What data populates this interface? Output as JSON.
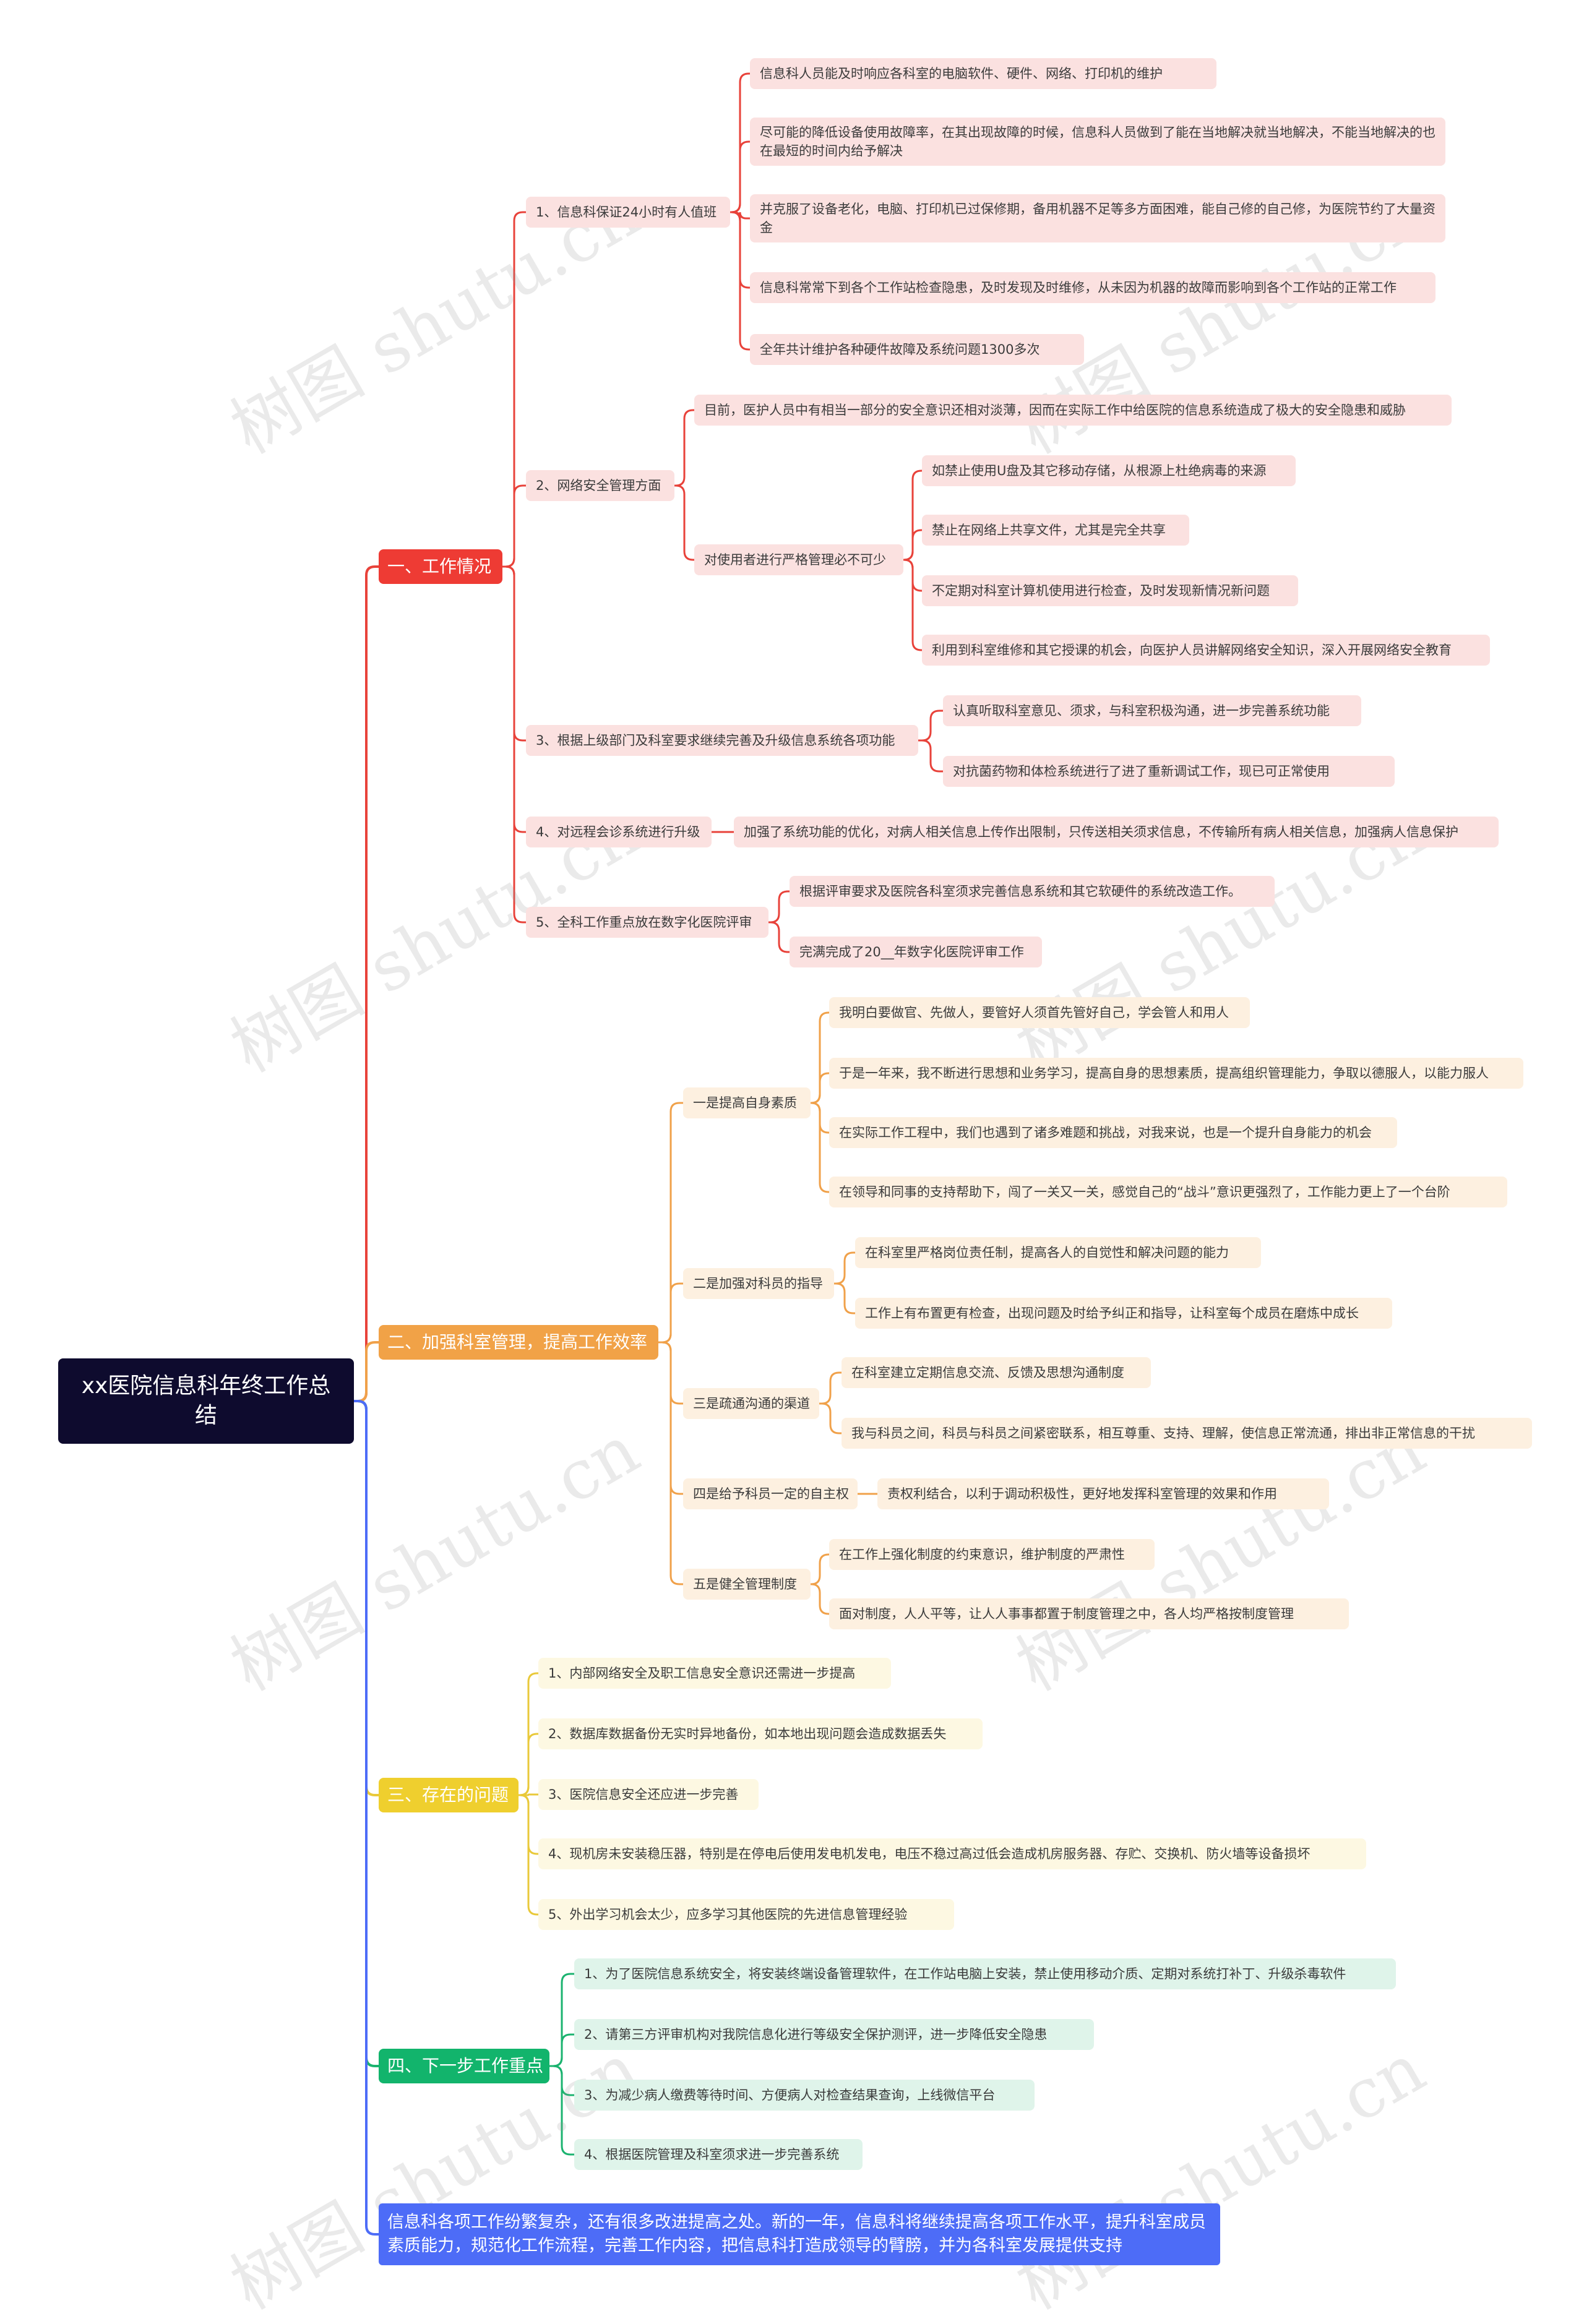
{
  "root": {
    "title": "xx医院信息科年终工作总结"
  },
  "watermark": "树图 shutu.cn",
  "colors": {
    "red": "#e8423a",
    "orange": "#f0a14a",
    "yellow": "#e9c93a",
    "green": "#1bb36f",
    "blue": "#4d6cf7"
  },
  "sections": {
    "s1": {
      "label": "一、工作情况",
      "i1": {
        "label": "1、信息科保证24小时有人值班",
        "a": "信息科人员能及时响应各科室的电脑软件、硬件、网络、打印机的维护",
        "b": "尽可能的降低设备使用故障率，在其出现故障的时候，信息科人员做到了能在当地解决就当地解决，不能当地解决的也在最短的时间内给予解决",
        "c": "并克服了设备老化，电脑、打印机已过保修期，备用机器不足等多方面困难，能自己修的自己修，为医院节约了大量资金",
        "d": "信息科常常下到各个工作站检查隐患，及时发现及时维修，从未因为机器的故障而影响到各个工作站的正常工作",
        "e": "全年共计维护各种硬件故障及系统问题1300多次"
      },
      "i2": {
        "label": "2、网络安全管理方面",
        "a": "目前，医护人员中有相当一部分的安全意识还相对淡薄，因而在实际工作中给医院的信息系统造成了极大的安全隐患和威胁",
        "b": {
          "label": "对使用者进行严格管理必不可少",
          "a": "如禁止使用U盘及其它移动存储，从根源上杜绝病毒的来源",
          "b": "禁止在网络上共享文件，尤其是完全共享",
          "c": "不定期对科室计算机使用进行检查，及时发现新情况新问题",
          "d": "利用到科室维修和其它授课的机会，向医护人员讲解网络安全知识，深入开展网络安全教育"
        }
      },
      "i3": {
        "label": "3、根据上级部门及科室要求继续完善及升级信息系统各项功能",
        "a": "认真听取科室意见、须求，与科室积极沟通，进一步完善系统功能",
        "b": "对抗菌药物和体检系统进行了进了重新调试工作，现已可正常使用"
      },
      "i4": {
        "label": "4、对远程会诊系统进行升级",
        "a": "加强了系统功能的优化，对病人相关信息上传作出限制，只传送相关须求信息，不传输所有病人相关信息，加强病人信息保护"
      },
      "i5": {
        "label": "5、全科工作重点放在数字化医院评审",
        "a": "根据评审要求及医院各科室须求完善信息系统和其它软硬件的系统改造工作。",
        "b": "完满完成了20__年数字化医院评审工作"
      }
    },
    "s2": {
      "label": "二、加强科室管理，提高工作效率",
      "i1": {
        "label": "一是提高自身素质",
        "a": "我明白要做官、先做人，要管好人须首先管好自己，学会管人和用人",
        "b": "于是一年来，我不断进行思想和业务学习，提高自身的思想素质，提高组织管理能力，争取以德服人，以能力服人",
        "c": "在实际工作工程中，我们也遇到了诸多难题和挑战，对我来说，也是一个提升自身能力的机会",
        "d": "在领导和同事的支持帮助下，闯了一关又一关，感觉自己的“战斗”意识更强烈了，工作能力更上了一个台阶"
      },
      "i2": {
        "label": "二是加强对科员的指导",
        "a": "在科室里严格岗位责任制，提高各人的自觉性和解决问题的能力",
        "b": "工作上有布置更有检查，出现问题及时给予纠正和指导，让科室每个成员在磨炼中成长"
      },
      "i3": {
        "label": "三是疏通沟通的渠道",
        "a": "在科室建立定期信息交流、反馈及思想沟通制度",
        "b": "我与科员之间，科员与科员之间紧密联系，相互尊重、支持、理解，使信息正常流通，排出非正常信息的干扰"
      },
      "i4": {
        "label": "四是给予科员一定的自主权",
        "a": "责权利结合，以利于调动积极性，更好地发挥科室管理的效果和作用"
      },
      "i5": {
        "label": "五是健全管理制度",
        "a": "在工作上强化制度的约束意识，维护制度的严肃性",
        "b": "面对制度，人人平等，让人人事事都置于制度管理之中，各人均严格按制度管理"
      }
    },
    "s3": {
      "label": "三、存在的问题",
      "a": "1、内部网络安全及职工信息安全意识还需进一步提高",
      "b": "2、数据库数据备份无实时异地备份，如本地出现问题会造成数据丢失",
      "c": "3、医院信息安全还应进一步完善",
      "d": "4、现机房未安装稳压器，特别是在停电后使用发电机发电，电压不稳过高过低会造成机房服务器、存贮、交换机、防火墙等设备损坏",
      "e": "5、外出学习机会太少，应多学习其他医院的先进信息管理经验"
    },
    "s4": {
      "label": "四、下一步工作重点",
      "a": "1、为了医院信息系统安全，将安装终端设备管理软件，在工作站电脑上安装，禁止使用移动介质、定期对系统打补丁、升级杀毒软件",
      "b": "2、请第三方评审机构对我院信息化进行等级安全保护测评，进一步降低安全隐患",
      "c": "3、为减少病人缴费等待时间、方便病人对检查结果查询，上线微信平台",
      "d": "4、根据医院管理及科室须求进一步完善系统"
    }
  },
  "summary": "信息科各项工作纷繁复杂，还有很多改进提高之处。新的一年，信息科将继续提高各项工作水平，提升科室成员素质能力，规范化工作流程，完善工作内容，把信息科打造成领导的臂膀，并为各科室发展提供支持"
}
